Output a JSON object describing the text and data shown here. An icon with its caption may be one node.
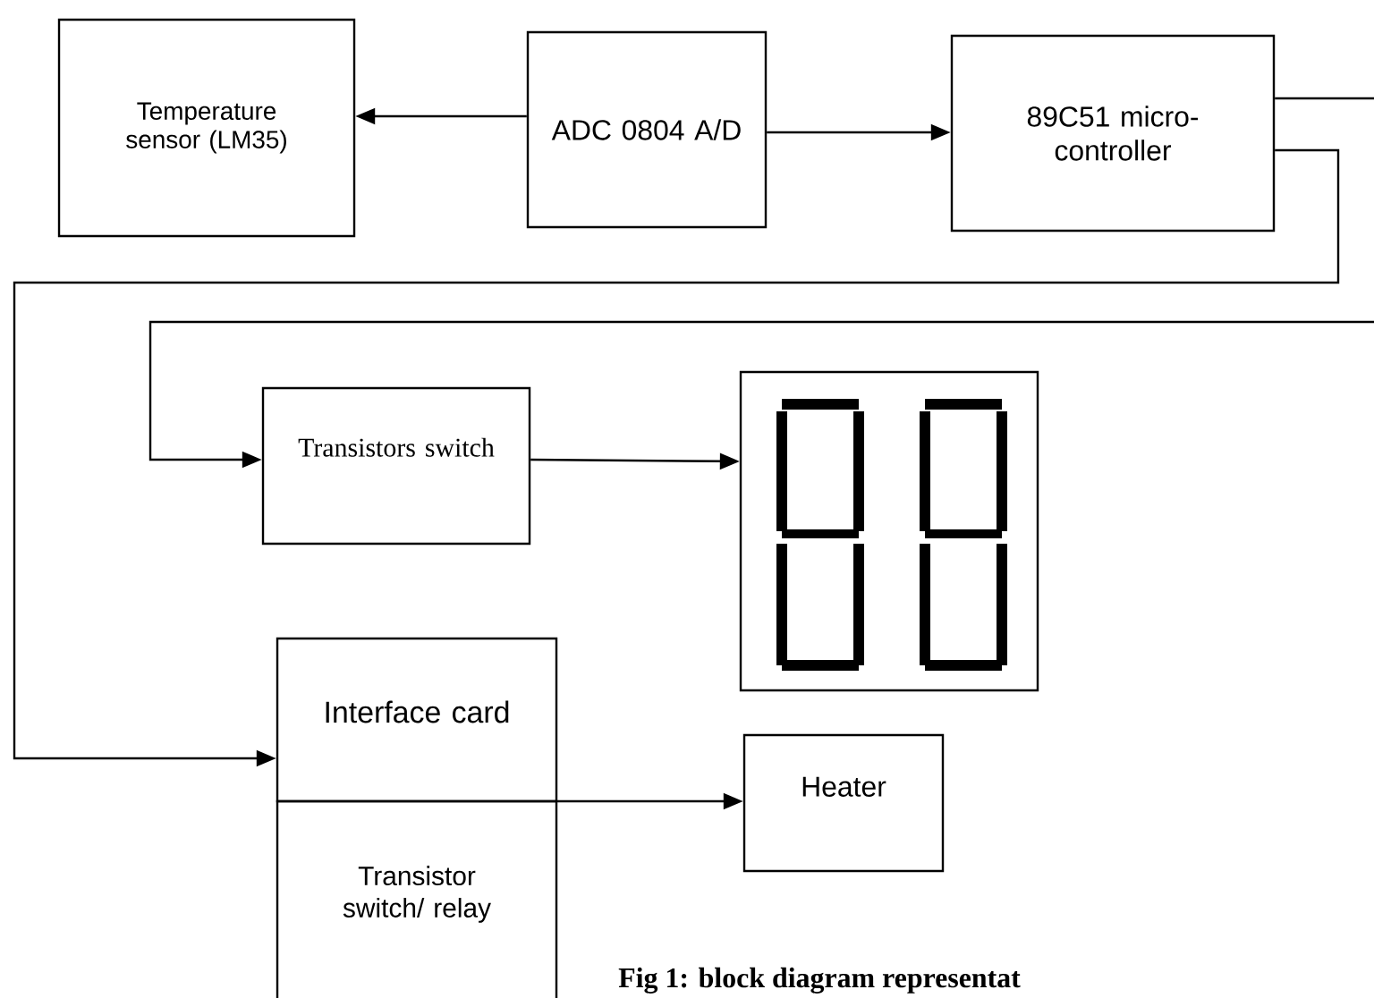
{
  "diagram": {
    "caption": "Fig 1: block diagram representat",
    "nodes": [
      {
        "text": [
          "Temperature sensor (LM35)"
        ]
      },
      {
        "text": [
          "ADC 0804 A/D"
        ]
      },
      {
        "text": [
          "89C51 micro- controller"
        ]
      },
      {
        "text": [
          "Transistors switch"
        ]
      },
      {
        "text": [],
        "shape": "picture"
      },
      {
        "text": [
          "Interface card",
          "Transistor switch/ relay"
        ]
      },
      {
        "text": [
          "Heater"
        ]
      }
    ],
    "edges": [
      {
        "from": 1,
        "to": 0,
        "arrow": "to"
      },
      {
        "from": 1,
        "to": 2,
        "arrow": "to"
      },
      {
        "from": 2,
        "to": 3,
        "arrow": "to"
      },
      {
        "from": 3,
        "to": 4,
        "arrow": "to"
      },
      {
        "from": 2,
        "to": 5,
        "arrow": "to"
      },
      {
        "from": 5,
        "to": 6,
        "arrow": "to"
      }
    ]
  }
}
